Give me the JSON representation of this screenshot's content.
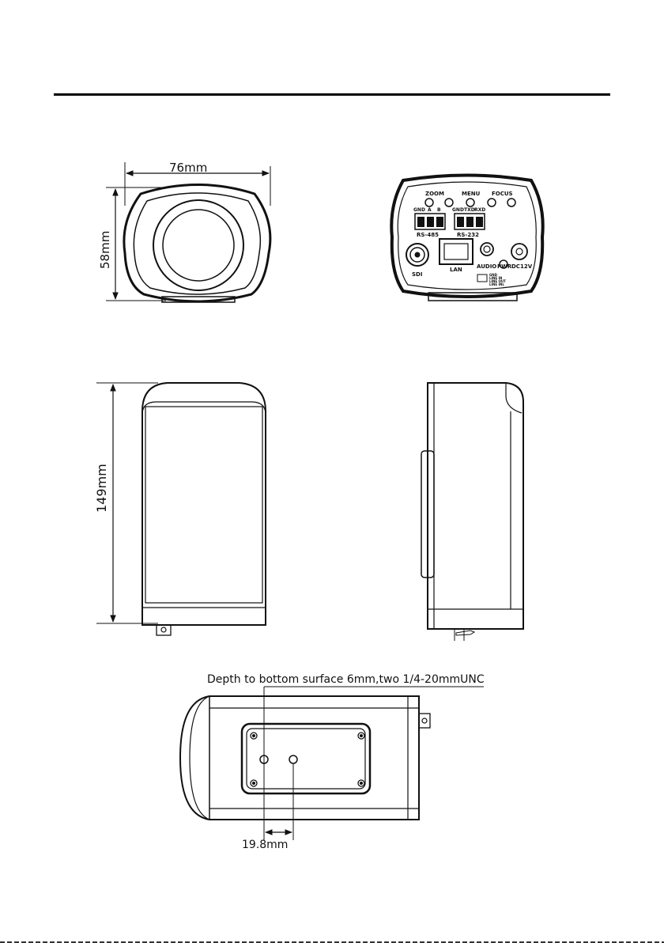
{
  "dimensions": {
    "width": "76mm",
    "height": "58mm",
    "length": "149mm",
    "hole_spacing": "19.8mm"
  },
  "mount_note": "Depth to bottom surface 6mm,two 1/4-20mmUNC",
  "rear_panel": {
    "zoom": "ZOOM",
    "menu": "MENU",
    "focus": "FOCUS",
    "rs485": "RS-485",
    "rs485_pins": [
      "GND",
      "A",
      "B"
    ],
    "rs232": "RS-232",
    "rs232_pins": [
      "GND",
      "TXD",
      "RXD"
    ],
    "sdi": "SDI",
    "lan": "LAN",
    "audio": "AUDIO",
    "pwr": "PWR",
    "dc": "DC12V",
    "audio_pins": [
      "GND",
      "LINE IN",
      "LINE OUT",
      "LINE INL"
    ]
  }
}
